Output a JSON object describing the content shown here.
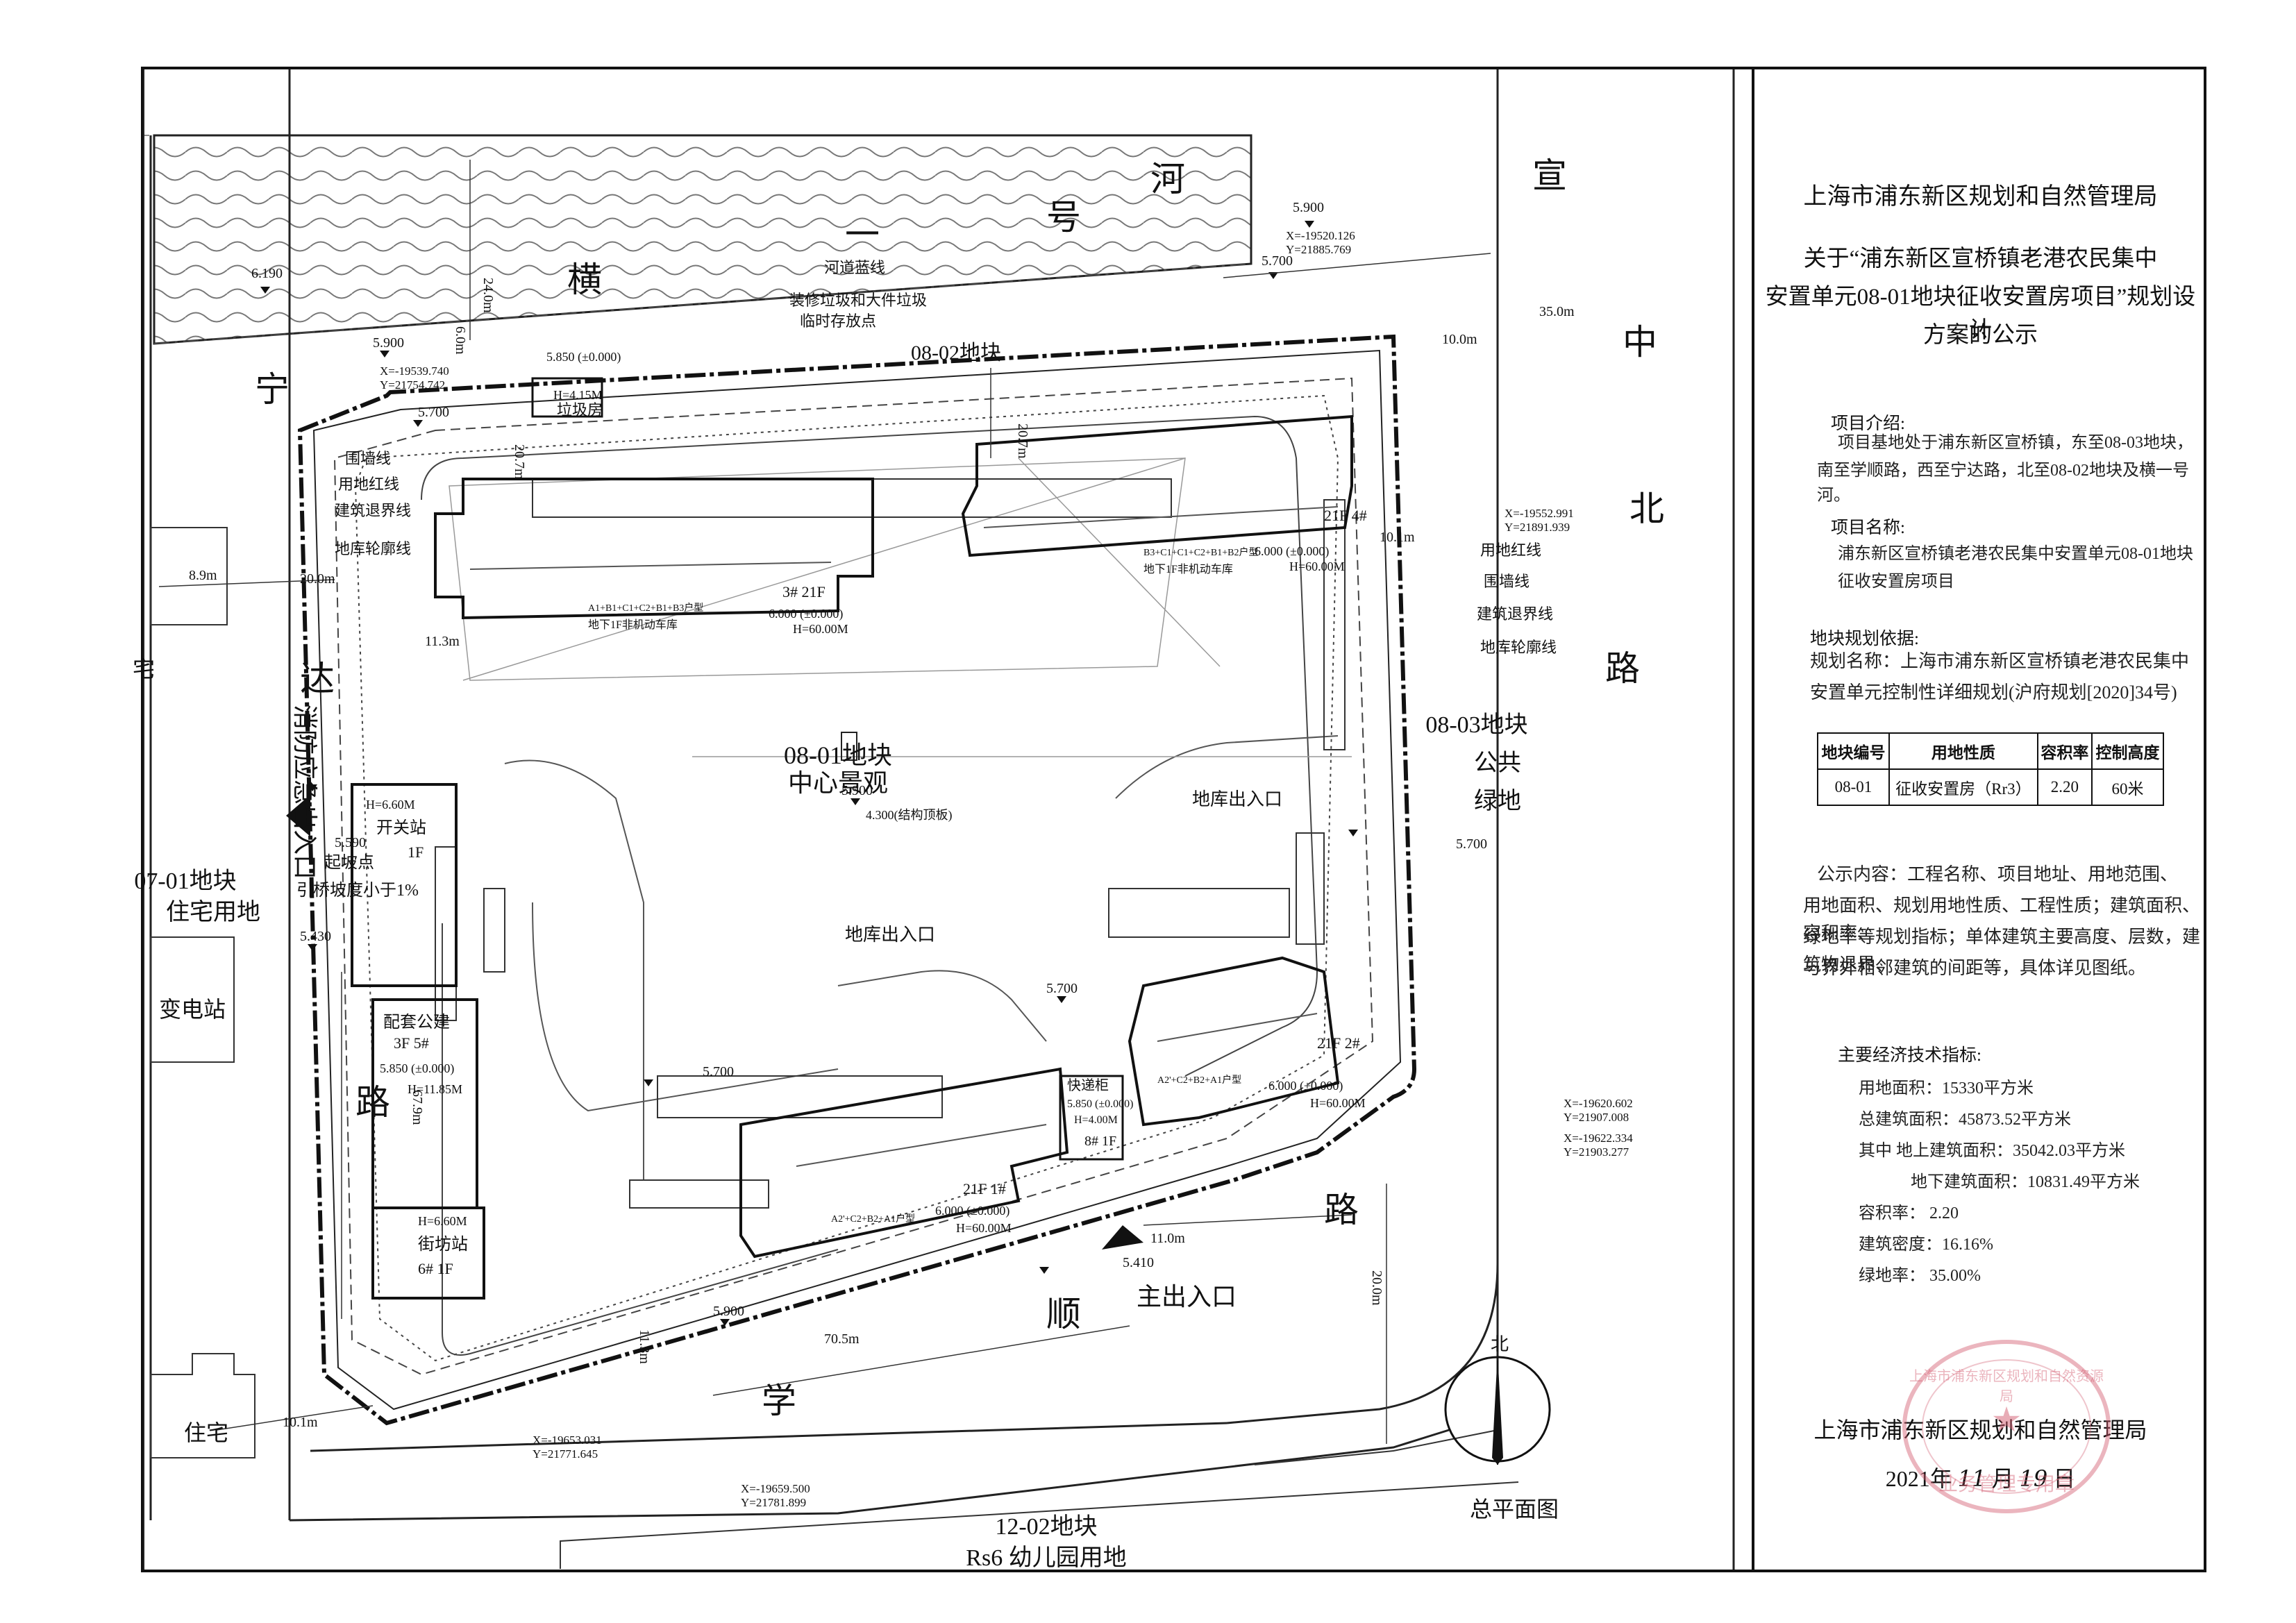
{
  "plan": {
    "roads": {
      "yining": [
        "宁",
        "达",
        "路"
      ],
      "xuanzhongbei": [
        "宣",
        "中",
        "北",
        "路"
      ],
      "xueshun": [
        "学",
        "顺",
        "路"
      ],
      "river": [
        "横",
        "一",
        "号",
        "河"
      ]
    },
    "parcels": {
      "north": "08-02地块",
      "main_line1": "08-01地块",
      "main_line2": "中心景观",
      "east_line1": "08-03地块",
      "east_line2": "公共",
      "east_line3": "绿地",
      "west_line1": "07-01地块",
      "west_line2": "住宅用地",
      "south_line1": "12-02地块",
      "south_line2": "Rs6 幼儿园用地"
    },
    "neighbors": {
      "sw_house": "住宅",
      "w_house": "宅",
      "substation": "变电站"
    },
    "labels": {
      "river_blue_line": "河道蓝线",
      "refuse_line1": "装修垃圾和大件垃圾",
      "refuse_line2": "临时存放点",
      "fire_exit": "消防应急出入口",
      "slope_start": "起坡点",
      "slope_note": "引桥坡度小于1%",
      "main_entrance": "主出入口",
      "garage_exit1": "地库出入口",
      "garage_exit2": "地库出入口",
      "north_arrow": "北",
      "map_title": "总平面图",
      "legend_left": [
        "围墙线",
        "用地红线",
        "建筑退界线",
        "地库轮廓线"
      ],
      "legend_right": [
        "用地红线",
        "围墙线",
        "建筑退界线",
        "地库轮廓线"
      ],
      "roof_slab": "4.300(结构顶板)"
    },
    "buildings": {
      "b3_name": "3# 21F",
      "b3_types": "A1+B1+C1+C2+B1+B3户型",
      "b3_elev": "6.000 (±0.000)",
      "b3_h": "H=60.00M",
      "b3_note": "地下1F非机动车库",
      "b4_name": "21F 4#",
      "b4_types": "B3+C1+C1+C2+B1+B2户型",
      "b4_elev": "6.000 (±0.000)",
      "b4_h": "H=60.00M",
      "b4_note": "地下1F非机动车库",
      "b1_name": "21F 1#",
      "b1_types": "A2'+C2+B2+A1户型",
      "b1_elev": "6.000 (±0.000)",
      "b1_h": "H=60.00M",
      "b2_name": "21F 2#",
      "b2_types": "A2'+C2+B2+A1户型",
      "b2_elev": "6.000 (±0.000)",
      "b2_h": "H=60.00M",
      "switch_h": "H=6.60M",
      "switch_name": "开关站",
      "switch_f": "1F",
      "pub_name": "配套公建",
      "pub_f": "3F 5#",
      "pub_elev": "5.850 (±0.000)",
      "pub_h": "H=11.85M",
      "st_h": "H=6.60M",
      "st_name": "街坊站",
      "st_f": "6#  1F",
      "ref_h": "H=4.15M",
      "ref_name": "垃圾房",
      "ref_elev": "5.850 (±0.000)",
      "exp_name": "快递柜",
      "exp_elev": "5.850 (±0.000)",
      "exp_h": "H=4.00M",
      "exp_f": "8# 1F"
    },
    "elevations": {
      "e6190": "6.190",
      "e5900_ne": "5.900",
      "e5900_nw": "5.900",
      "e5700_ne": "5.700",
      "e5700_nw": "5.700",
      "e5900_c": "5.900",
      "e5590": "5.590",
      "e5430": "5.430",
      "e5700_e": "5.700",
      "e5700_c": "5.700",
      "e5700_sw": "5.700",
      "e5410": "5.410",
      "e5900_s": "5.900"
    },
    "coords": {
      "nw_x": "X=-19539.740",
      "nw_y": "Y=21754.742",
      "ne_x": "X=-19520.126",
      "ne_y": "Y=21885.769",
      "e_x": "X=-19552.991",
      "e_y": "Y=21891.939",
      "se1_x": "X=-19620.602",
      "se1_y": "Y=21907.008",
      "se2_x": "X=-19622.334",
      "se2_y": "Y=21903.277",
      "sw1_x": "X=-19653.031",
      "sw1_y": "Y=21771.645",
      "sw2_x": "X=-19659.500",
      "sw2_y": "Y=21781.899"
    },
    "dims": {
      "d24": "24.0m",
      "d6a": "6.0m",
      "d35": "35.0m",
      "d10": "10.0m",
      "d207a": "20.7m",
      "d207b": "20.7m",
      "d101a": "10.1m",
      "d89": "8.9m",
      "d20w": "20.0m",
      "d113": "11.3m",
      "d20s": "20.0m",
      "d705": "70.5m",
      "d11": "11.0m",
      "d101b": "10.1m",
      "d67": "67.9m",
      "d113b": "11.3m"
    }
  },
  "panel": {
    "bureau": "上海市浦东新区规划和自然管理局",
    "title1": "关于“浦东新区宣桥镇老港农民集中",
    "title2": "安置单元08-01地块征收安置房项目”规划设计",
    "title3": "方案的公示",
    "intro_h": "项目介绍:",
    "intro1": "项目基地处于浦东新区宣桥镇，东至08-03地块，",
    "intro2": "南至学顺路，西至宁达路，北至08-02地块及横一号河。",
    "name_h": "项目名称:",
    "name1": "浦东新区宣桥镇老港农民集中安置单元08-01地块",
    "name2": "征收安置房项目",
    "basis_h": "地块规划依据:",
    "basis1": "规划名称：上海市浦东新区宣桥镇老港农民集中",
    "basis2": "安置单元控制性详细规划(沪府规划[2020]34号)",
    "table": {
      "headers": [
        "地块编号",
        "用地性质",
        "容积率",
        "控制高度"
      ],
      "row": [
        "08-01",
        "征收安置房（Rr3）",
        "2.20",
        "60米"
      ]
    },
    "pub1": "公示内容：工程名称、项目地址、用地范围、",
    "pub2": "用地面积、规划用地性质、工程性质；建筑面积、容积率、",
    "pub3": "绿地率等规划指标；单体建筑主要高度、层数，建筑物退界、",
    "pub4": "与界外相邻建筑的间距等，具体详见图纸。",
    "ind_h": "主要经济技术指标:",
    "ind1": "用地面积：15330平方米",
    "ind2": "总建筑面积：45873.52平方米",
    "ind3": "其中  地上建筑面积：35042.03平方米",
    "ind4": "地下建筑面积：10831.49平方米",
    "ind5": "容积率：   2.20",
    "ind6": "建筑密度：16.16%",
    "ind7": "绿地率：   35.00%",
    "bureau2": "上海市浦东新区规划和自然管理局",
    "date_pre": "2021年",
    "date_m": "11",
    "date_mid": "月",
    "date_d": "19",
    "date_post": "日",
    "seal_top": "上海市浦东新区规划和自然资源局",
    "seal_bot": "业务管理专用章"
  }
}
